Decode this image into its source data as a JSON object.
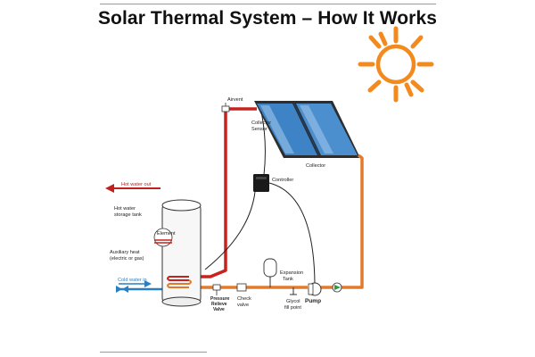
{
  "title": "Solar Thermal System – How It Works",
  "colors": {
    "hot_pipe": "#c8221e",
    "warm_pipe": "#e27a2c",
    "cold_pipe": "#2a7fc4",
    "sun": "#f28a1e",
    "collector_panel": "#3d83c5",
    "controller": "#1a1a1a"
  },
  "labels": {
    "airvent": "Airvent",
    "collector_sensor": "Collector Sensor",
    "collector_sensor_l1": "Collector",
    "collector_sensor_l2": "Sensor",
    "collector": "Collector",
    "controller": "Controller",
    "hot_water_out": "Hot water out",
    "storage_tank_l1": "Hot water",
    "storage_tank_l2": "storage tank",
    "element": "Element",
    "aux_heat_l1": "Auxiliary heat",
    "aux_heat_l2": "(electric or gas)",
    "cold_water_in": "Cold water in",
    "pressure_relieve_l1": "Pressure",
    "pressure_relieve_l2": "Relieve",
    "pressure_relieve_l3": "Valve",
    "check_valve_l1": "Check",
    "check_valve_l2": "valve",
    "expansion_tank_l1": "Expansion",
    "expansion_tank_l2": "Tank",
    "glycol_l1": "Glycol",
    "glycol_l2": "fill point",
    "pump": "Pump"
  },
  "icons": {
    "sun": "sun-icon",
    "hot_arrow": "arrow-left-icon",
    "cold_arrow": "arrow-right-icon"
  }
}
